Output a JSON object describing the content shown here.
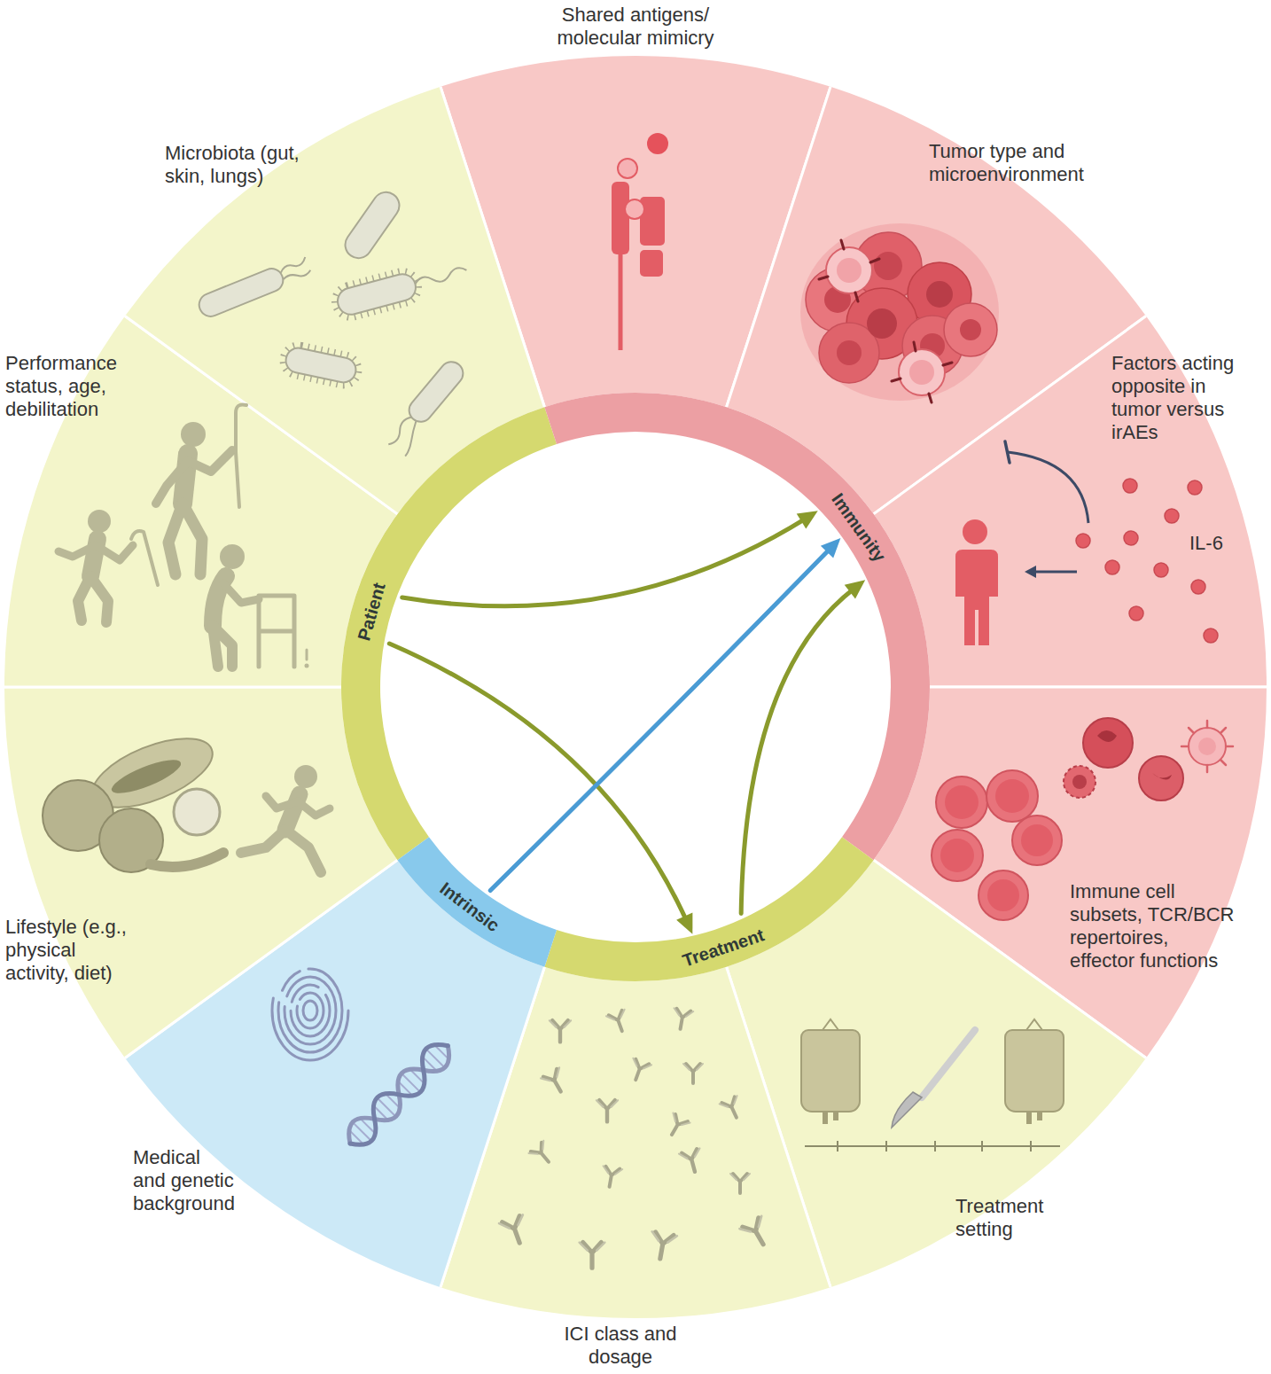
{
  "diagram": {
    "nodes": [
      {
        "text": [
          "Shared antigens/ molecular mimicry"
        ]
      },
      {
        "text": [
          "Tumor type and microenvironment"
        ]
      },
      {
        "text": [
          "Factors acting opposite in tumor versus irAEs",
          "IL-6"
        ]
      },
      {
        "text": [
          "Immune cell subsets, TCR/BCR repertoires, effector functions"
        ]
      },
      {
        "text": [
          "Treatment setting"
        ]
      },
      {
        "text": [
          "ICI class and dosage"
        ]
      },
      {
        "text": [
          "Medical and genetic background"
        ]
      },
      {
        "text": [
          "Lifestyle (e.g., physical activity, diet)"
        ]
      },
      {
        "text": [
          "Performance status, age, debilitation"
        ]
      },
      {
        "text": [
          "Microbiota (gut, skin, lungs)"
        ]
      },
      {
        "text": [
          "Patient"
        ]
      },
      {
        "text": [
          "Immunity"
        ]
      },
      {
        "text": [
          "Treatment"
        ]
      },
      {
        "text": [
          "Intrinsic"
        ]
      }
    ],
    "edges": [
      {
        "from": 10,
        "to": 11,
        "arrow": "to"
      },
      {
        "from": 10,
        "to": 12,
        "arrow": "to"
      },
      {
        "from": 13,
        "to": 11,
        "arrow": "to"
      },
      {
        "from": 12,
        "to": 11,
        "arrow": "to"
      }
    ]
  }
}
